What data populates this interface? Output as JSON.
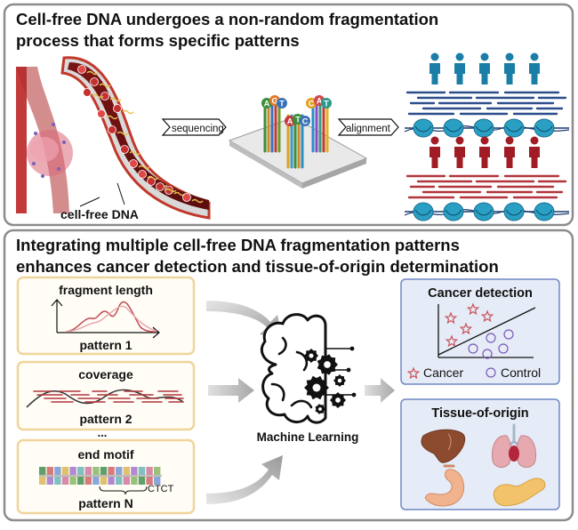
{
  "top_panel": {
    "title_line1": "Cell-free DNA undergoes a non-random fragmentation",
    "title_line2": "process that forms specific patterns",
    "vessel_label": "cell-free DNA",
    "arrow_sequencing": "sequencing",
    "arrow_alignment": "alignment",
    "read_bases": [
      "A",
      "G",
      "T",
      "A",
      "T",
      "C",
      "C",
      "A",
      "T"
    ]
  },
  "bottom_panel": {
    "title_line1": "Integrating multiple cell-free DNA fragmentation patterns",
    "title_line2": "enhances cancer detection and tissue-of-origin determination",
    "pattern_cards": [
      {
        "heading": "fragment length",
        "footer": "pattern 1"
      },
      {
        "heading": "coverage",
        "footer": "pattern 2"
      },
      {
        "heading": "end motif",
        "footer": "pattern N"
      }
    ],
    "ellipsis": "...",
    "motif_text": "CTCT",
    "center_label": "Machine Learning",
    "cancer_detection": {
      "title": "Cancer detection",
      "legend_cancer": "Cancer",
      "legend_control": "Control"
    },
    "tissue_of_origin": {
      "title": "Tissue-of-origin"
    }
  },
  "colors": {
    "panel_border": "#8c8c8c",
    "card_border": "#f0d59a",
    "card_bg": "#fffdf6",
    "result_bg": "#e6ecf7",
    "result_border": "#6f87c4",
    "blood_red": "#8b1a1a",
    "person_blue": "#1b7ea6",
    "person_red": "#a11d26",
    "read_blue": "#2c4f8c",
    "read_red": "#b2343c",
    "nucleosome": "#2a9fc4"
  }
}
